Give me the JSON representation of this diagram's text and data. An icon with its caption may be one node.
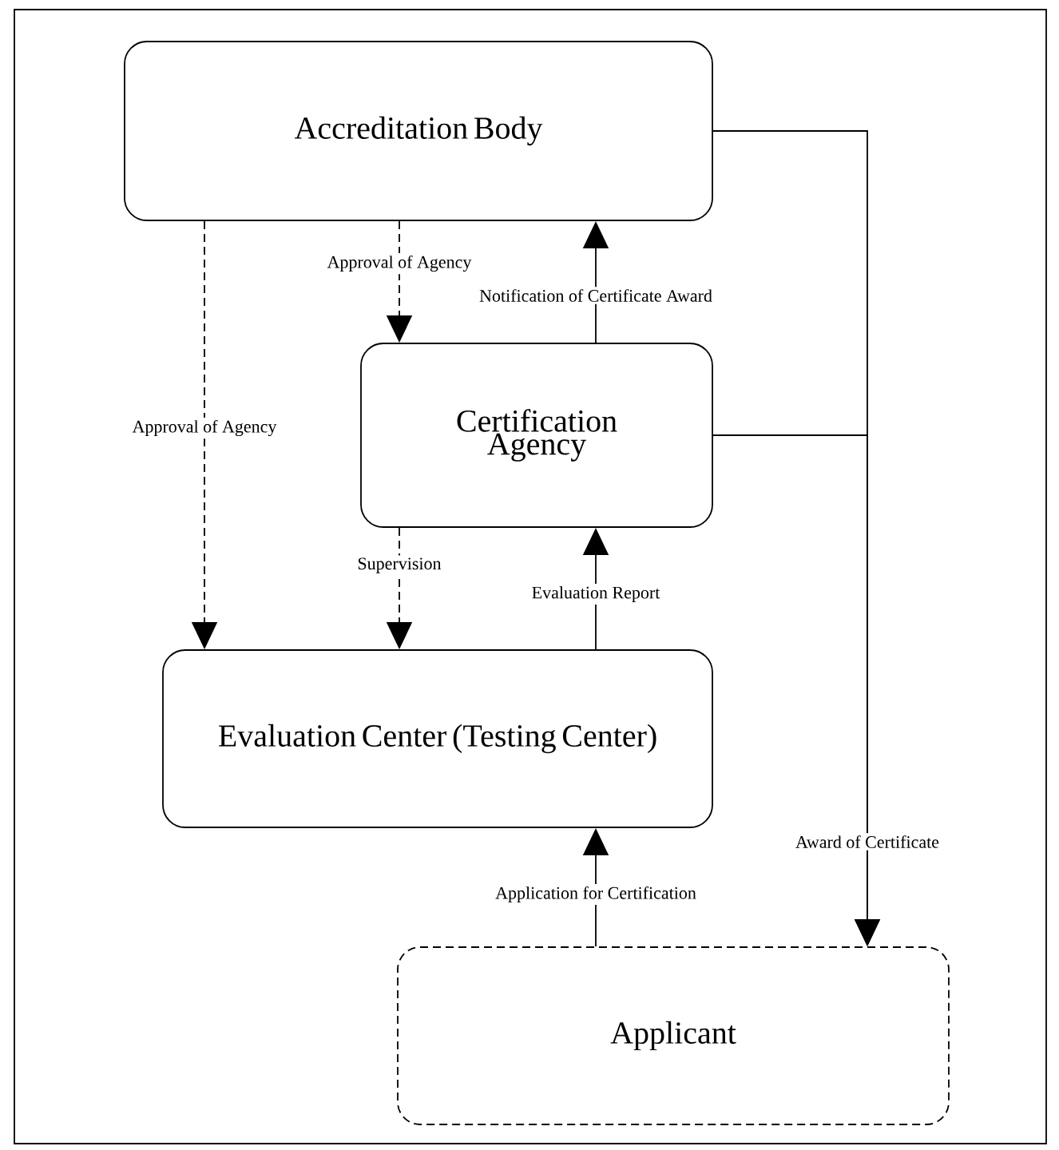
{
  "diagram": {
    "nodes": [
      {
        "text": [
          "Accreditation Body"
        ]
      },
      {
        "text": [
          "Certification Agency"
        ]
      },
      {
        "text": [
          "Evaluation Center (Testing Center)"
        ]
      },
      {
        "text": [
          "Applicant"
        ]
      }
    ],
    "edges": [
      {
        "from": 0,
        "to": 2,
        "arrow": "to",
        "style": "dashed",
        "label": "Approval of Agency"
      },
      {
        "from": 0,
        "to": 1,
        "arrow": "to",
        "style": "dashed",
        "label": "Approval of Agency"
      },
      {
        "from": 1,
        "to": 0,
        "arrow": "to",
        "label": "Notification of Certificate Award"
      },
      {
        "from": 1,
        "to": 2,
        "arrow": "to",
        "style": "dashed",
        "label": "Supervision"
      },
      {
        "from": 2,
        "to": 1,
        "arrow": "to",
        "label": "Evaluation Report"
      },
      {
        "from": 3,
        "to": 2,
        "arrow": "to",
        "label": "Application for Certification"
      },
      {
        "from": 0,
        "to": 3,
        "arrow": "to",
        "label": "Award of Certificate"
      },
      {
        "from": 1,
        "to": 3,
        "arrow": "to"
      }
    ]
  }
}
